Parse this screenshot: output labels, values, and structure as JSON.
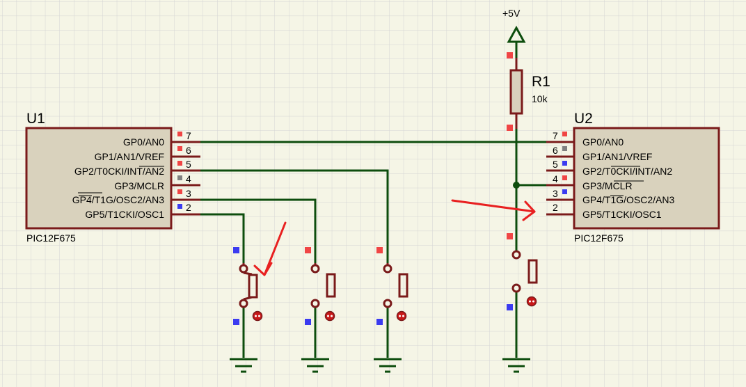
{
  "power": {
    "label": "+5V"
  },
  "resistor": {
    "ref": "R1",
    "value": "10k"
  },
  "u1": {
    "ref": "U1",
    "part": "PIC12F675",
    "pins": [
      {
        "num": "7",
        "name": "GP0/AN0"
      },
      {
        "num": "6",
        "name": "GP1/AN1/VREF"
      },
      {
        "num": "5",
        "name": "GP2/T0CKI/INT/AN2"
      },
      {
        "num": "4",
        "name": "GP3/MCLR"
      },
      {
        "num": "3",
        "name": "GP4/T1G/OSC2/AN3"
      },
      {
        "num": "2",
        "name": "GP5/T1CKI/OSC1"
      }
    ]
  },
  "u2": {
    "ref": "U2",
    "part": "PIC12F675",
    "pins": [
      {
        "num": "7",
        "name": "GP0/AN0"
      },
      {
        "num": "6",
        "name": "GP1/AN1/VREF"
      },
      {
        "num": "5",
        "name": "GP2/T0CKI/INT/AN2"
      },
      {
        "num": "4",
        "name": "GP3/MCLR"
      },
      {
        "num": "3",
        "name": "GP4/T1G/OSC2/AN3"
      },
      {
        "num": "2",
        "name": "GP5/T1CKI/OSC1"
      }
    ]
  },
  "colors": {
    "background": "#f5f5e6",
    "grid": "#d4d4d4",
    "wire": "#0d4d0d",
    "component": "#7a1a1a",
    "chip_fill": "#d9d2bd",
    "state_high": "#f04545",
    "state_low": "#3b3bf0",
    "state_float": "#808080",
    "annotation_arrow": "#e82020"
  }
}
